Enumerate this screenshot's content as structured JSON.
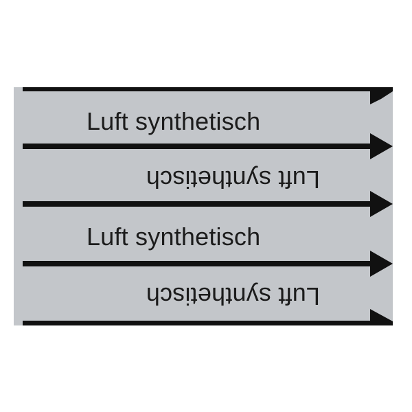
{
  "label": {
    "background_color": "#c3c6ca",
    "text_color": "#1c1c1c",
    "arrow_color": "#111111",
    "lines": [
      {
        "text": "Luft synthetisch",
        "orientation": "normal"
      },
      {
        "text": "Luft synthetisch",
        "orientation": "upside-down"
      },
      {
        "text": "Luft synthetisch",
        "orientation": "normal"
      },
      {
        "text": "Luft synthetisch",
        "orientation": "upside-down"
      }
    ],
    "arrow_direction": "right",
    "icons": [
      "arrow-right-icon"
    ]
  }
}
